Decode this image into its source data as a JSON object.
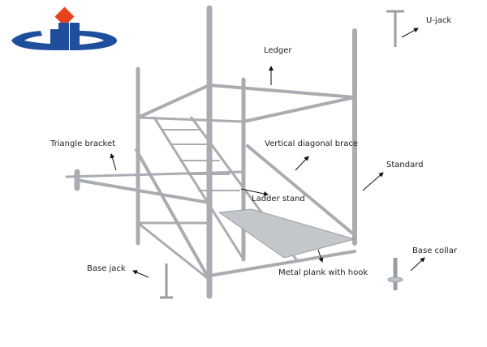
{
  "logo": {
    "brand_colors": {
      "blue": "#1f4e9c",
      "red": "#e8431c"
    }
  },
  "labels": {
    "u_jack": "U-jack",
    "ledger": "Ledger",
    "triangle_bracket": "Triangle bracket",
    "vertical_diagonal_brace": "Vertical diagonal brace",
    "standard": "Standard",
    "ladder_stand": "Ladder stand",
    "base_jack": "Base jack",
    "metal_plank": "Metal plank with hook",
    "base_collar": "Base collar"
  }
}
